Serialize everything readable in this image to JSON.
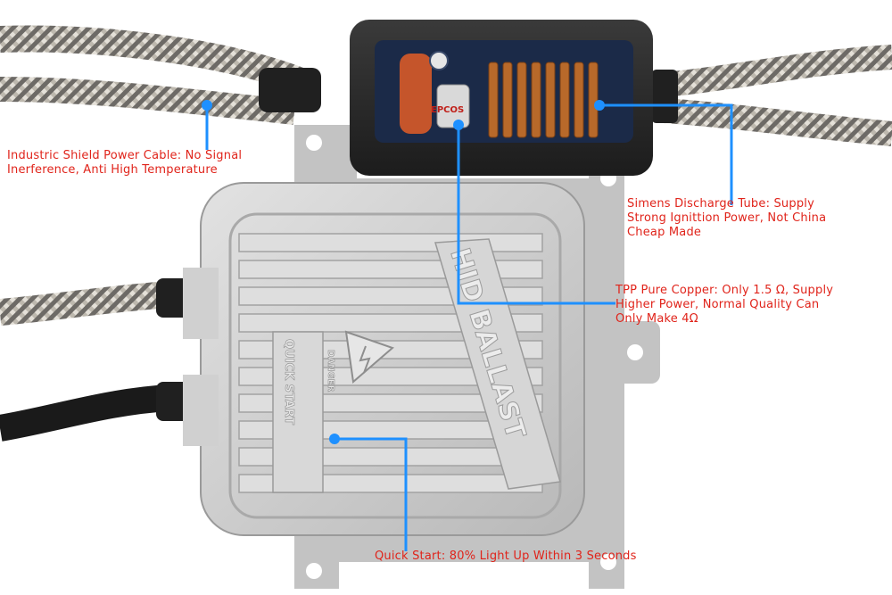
{
  "product": {
    "housing_text": "HID BALLAST",
    "quick_start_mark": "QUICK START",
    "danger_mark": "DANGER",
    "capacitor_text": "EPCOS"
  },
  "annotations": {
    "cable": {
      "line1": "Industric Shield Power Cable: No Signal",
      "line2": "Inerference, Anti High Temperature"
    },
    "tube": {
      "line1": "Simens Discharge Tube: Supply",
      "line2": "Strong Ignittion Power, Not China",
      "line3": "Cheap Made"
    },
    "copper": {
      "line1": "TPP Pure Copper: Only 1.5 Ω, Supply",
      "line2": "Higher Power, Normal Quality Can",
      "line3": "Only Make 4Ω"
    },
    "quick_start": {
      "line1": "Quick Start: 80% Light Up Within 3 Seconds"
    }
  },
  "colors": {
    "label_text": "#e0241b",
    "callout_line": "#1e90ff",
    "housing": "#cfcfcf",
    "igniter_box": "#2f2f2f"
  }
}
